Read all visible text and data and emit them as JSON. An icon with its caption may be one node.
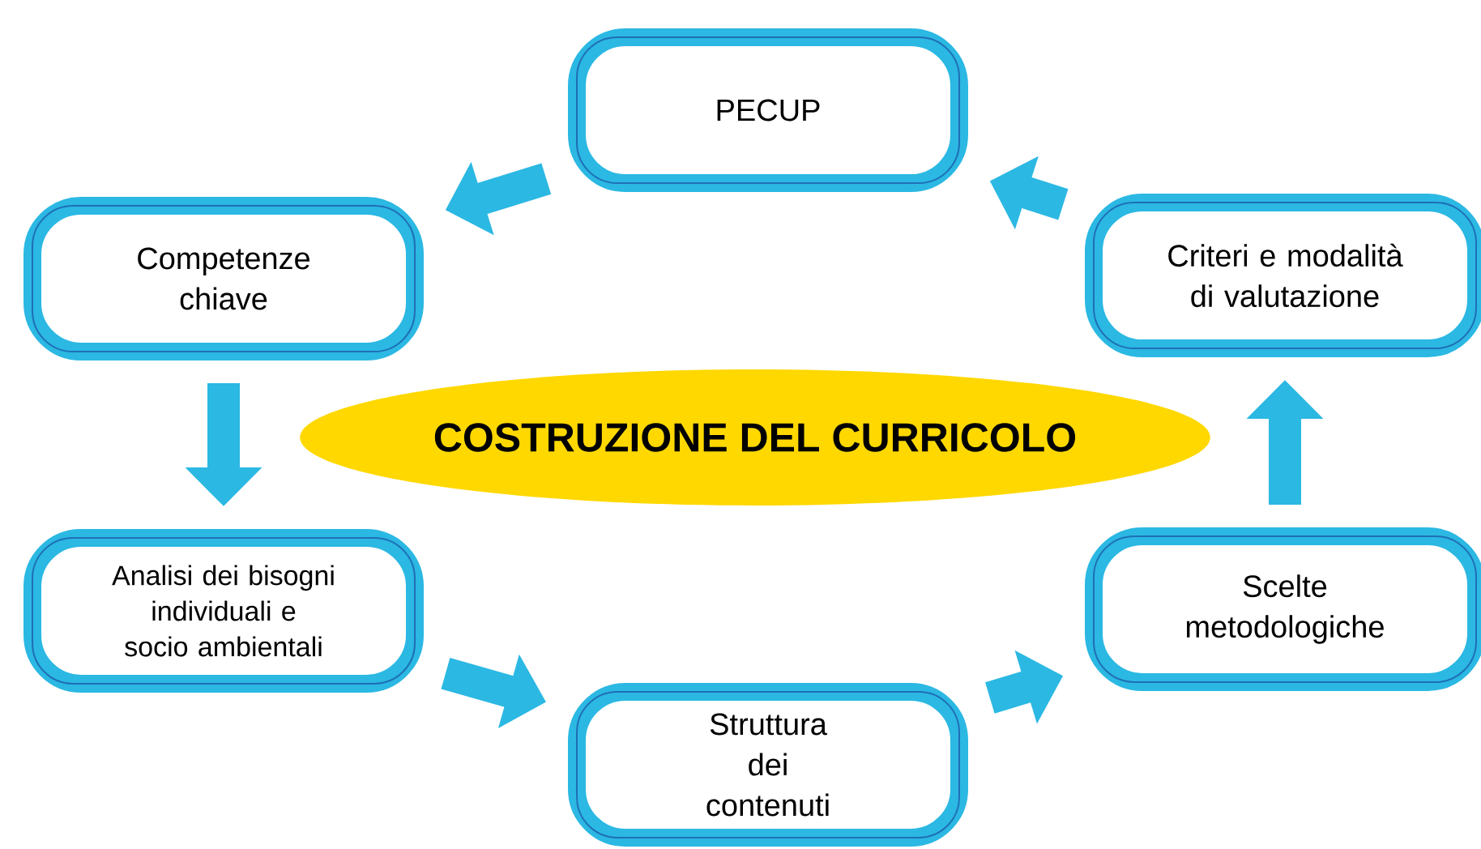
{
  "diagram": {
    "nodes": [
      {
        "text": [
          "PECUP"
        ]
      },
      {
        "text": [
          "Competenze chiave"
        ]
      },
      {
        "text": [
          "Analisi dei bisogni individuali e socio ambientali"
        ]
      },
      {
        "text": [
          "Struttura dei contenuti"
        ]
      },
      {
        "text": [
          "Scelte metodologiche"
        ]
      },
      {
        "text": [
          "Criteri e modalità di valutazione"
        ]
      },
      {
        "text": [
          "COSTRUZIONE DEL CURRICOLO"
        ]
      }
    ],
    "edges": [
      {
        "from": 0,
        "to": 1,
        "arrow": "to"
      },
      {
        "from": 1,
        "to": 2,
        "arrow": "to"
      },
      {
        "from": 2,
        "to": 3,
        "arrow": "to"
      },
      {
        "from": 3,
        "to": 4,
        "arrow": "to"
      },
      {
        "from": 4,
        "to": 5,
        "arrow": "to"
      },
      {
        "from": 5,
        "to": 0,
        "arrow": "to"
      }
    ]
  }
}
